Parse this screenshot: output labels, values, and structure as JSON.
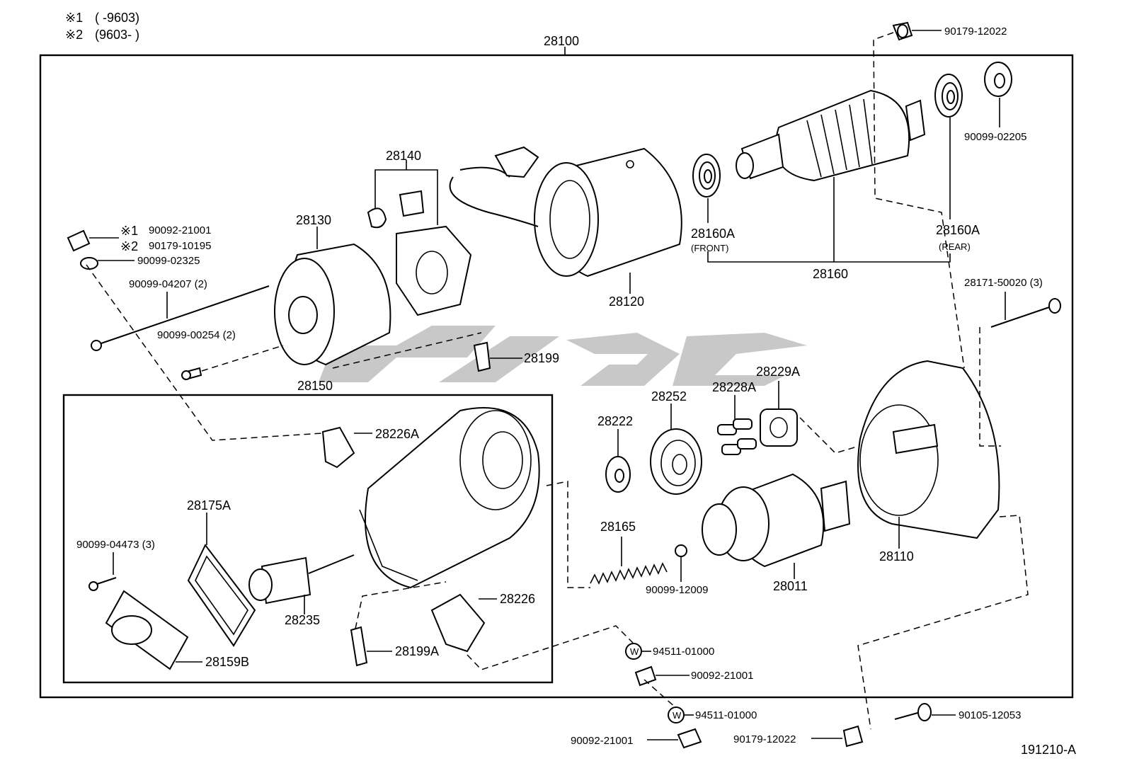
{
  "legend": {
    "note1_mark": "※1",
    "note1_range": "(      -9603)",
    "note2_mark": "※2",
    "note2_range": "(9603-      )"
  },
  "assembly_label": "28100",
  "diagram_code": "191210-A",
  "parts": {
    "p90179_12022_top": "90179-12022",
    "p90099_02205": "90099-02205",
    "p28140": "28140",
    "p28130": "28130",
    "p28120": "28120",
    "p28160A_front": "28160A",
    "p28160A_front_note": "(FRONT)",
    "p28160A_rear": "28160A",
    "p28160A_rear_note": "(REAR)",
    "p28160": "28160",
    "n1_mark": "※1",
    "p90092_21001_top": "90092-21001",
    "n2_mark": "※2",
    "p90179_10195": "90179-10195",
    "p90099_02325": "90099-02325",
    "p90099_04207": "90099-04207 (2)",
    "p90099_00254": "90099-00254 (2)",
    "p28199": "28199",
    "p28150": "28150",
    "p28171_50020": "28171-50020 (3)",
    "p28229A": "28229A",
    "p28228A": "28228A",
    "p28252": "28252",
    "p28222": "28222",
    "p28226A": "28226A",
    "p28175A": "28175A",
    "p90099_04473": "90099-04473 (3)",
    "p28235": "28235",
    "p28159B": "28159B",
    "p28226": "28226",
    "p28199A": "28199A",
    "p28165": "28165",
    "p90099_12009": "90099-12009",
    "p28011": "28011",
    "p28110": "28110",
    "p94511_01000_a": "94511-01000",
    "p90092_21001_mid": "90092-21001",
    "p94511_01000_b": "94511-01000",
    "p90105_12053": "90105-12053",
    "p90092_21001_bottom": "90092-21001",
    "p90179_12022_bottom": "90179-12022",
    "washer_mark": "W"
  }
}
